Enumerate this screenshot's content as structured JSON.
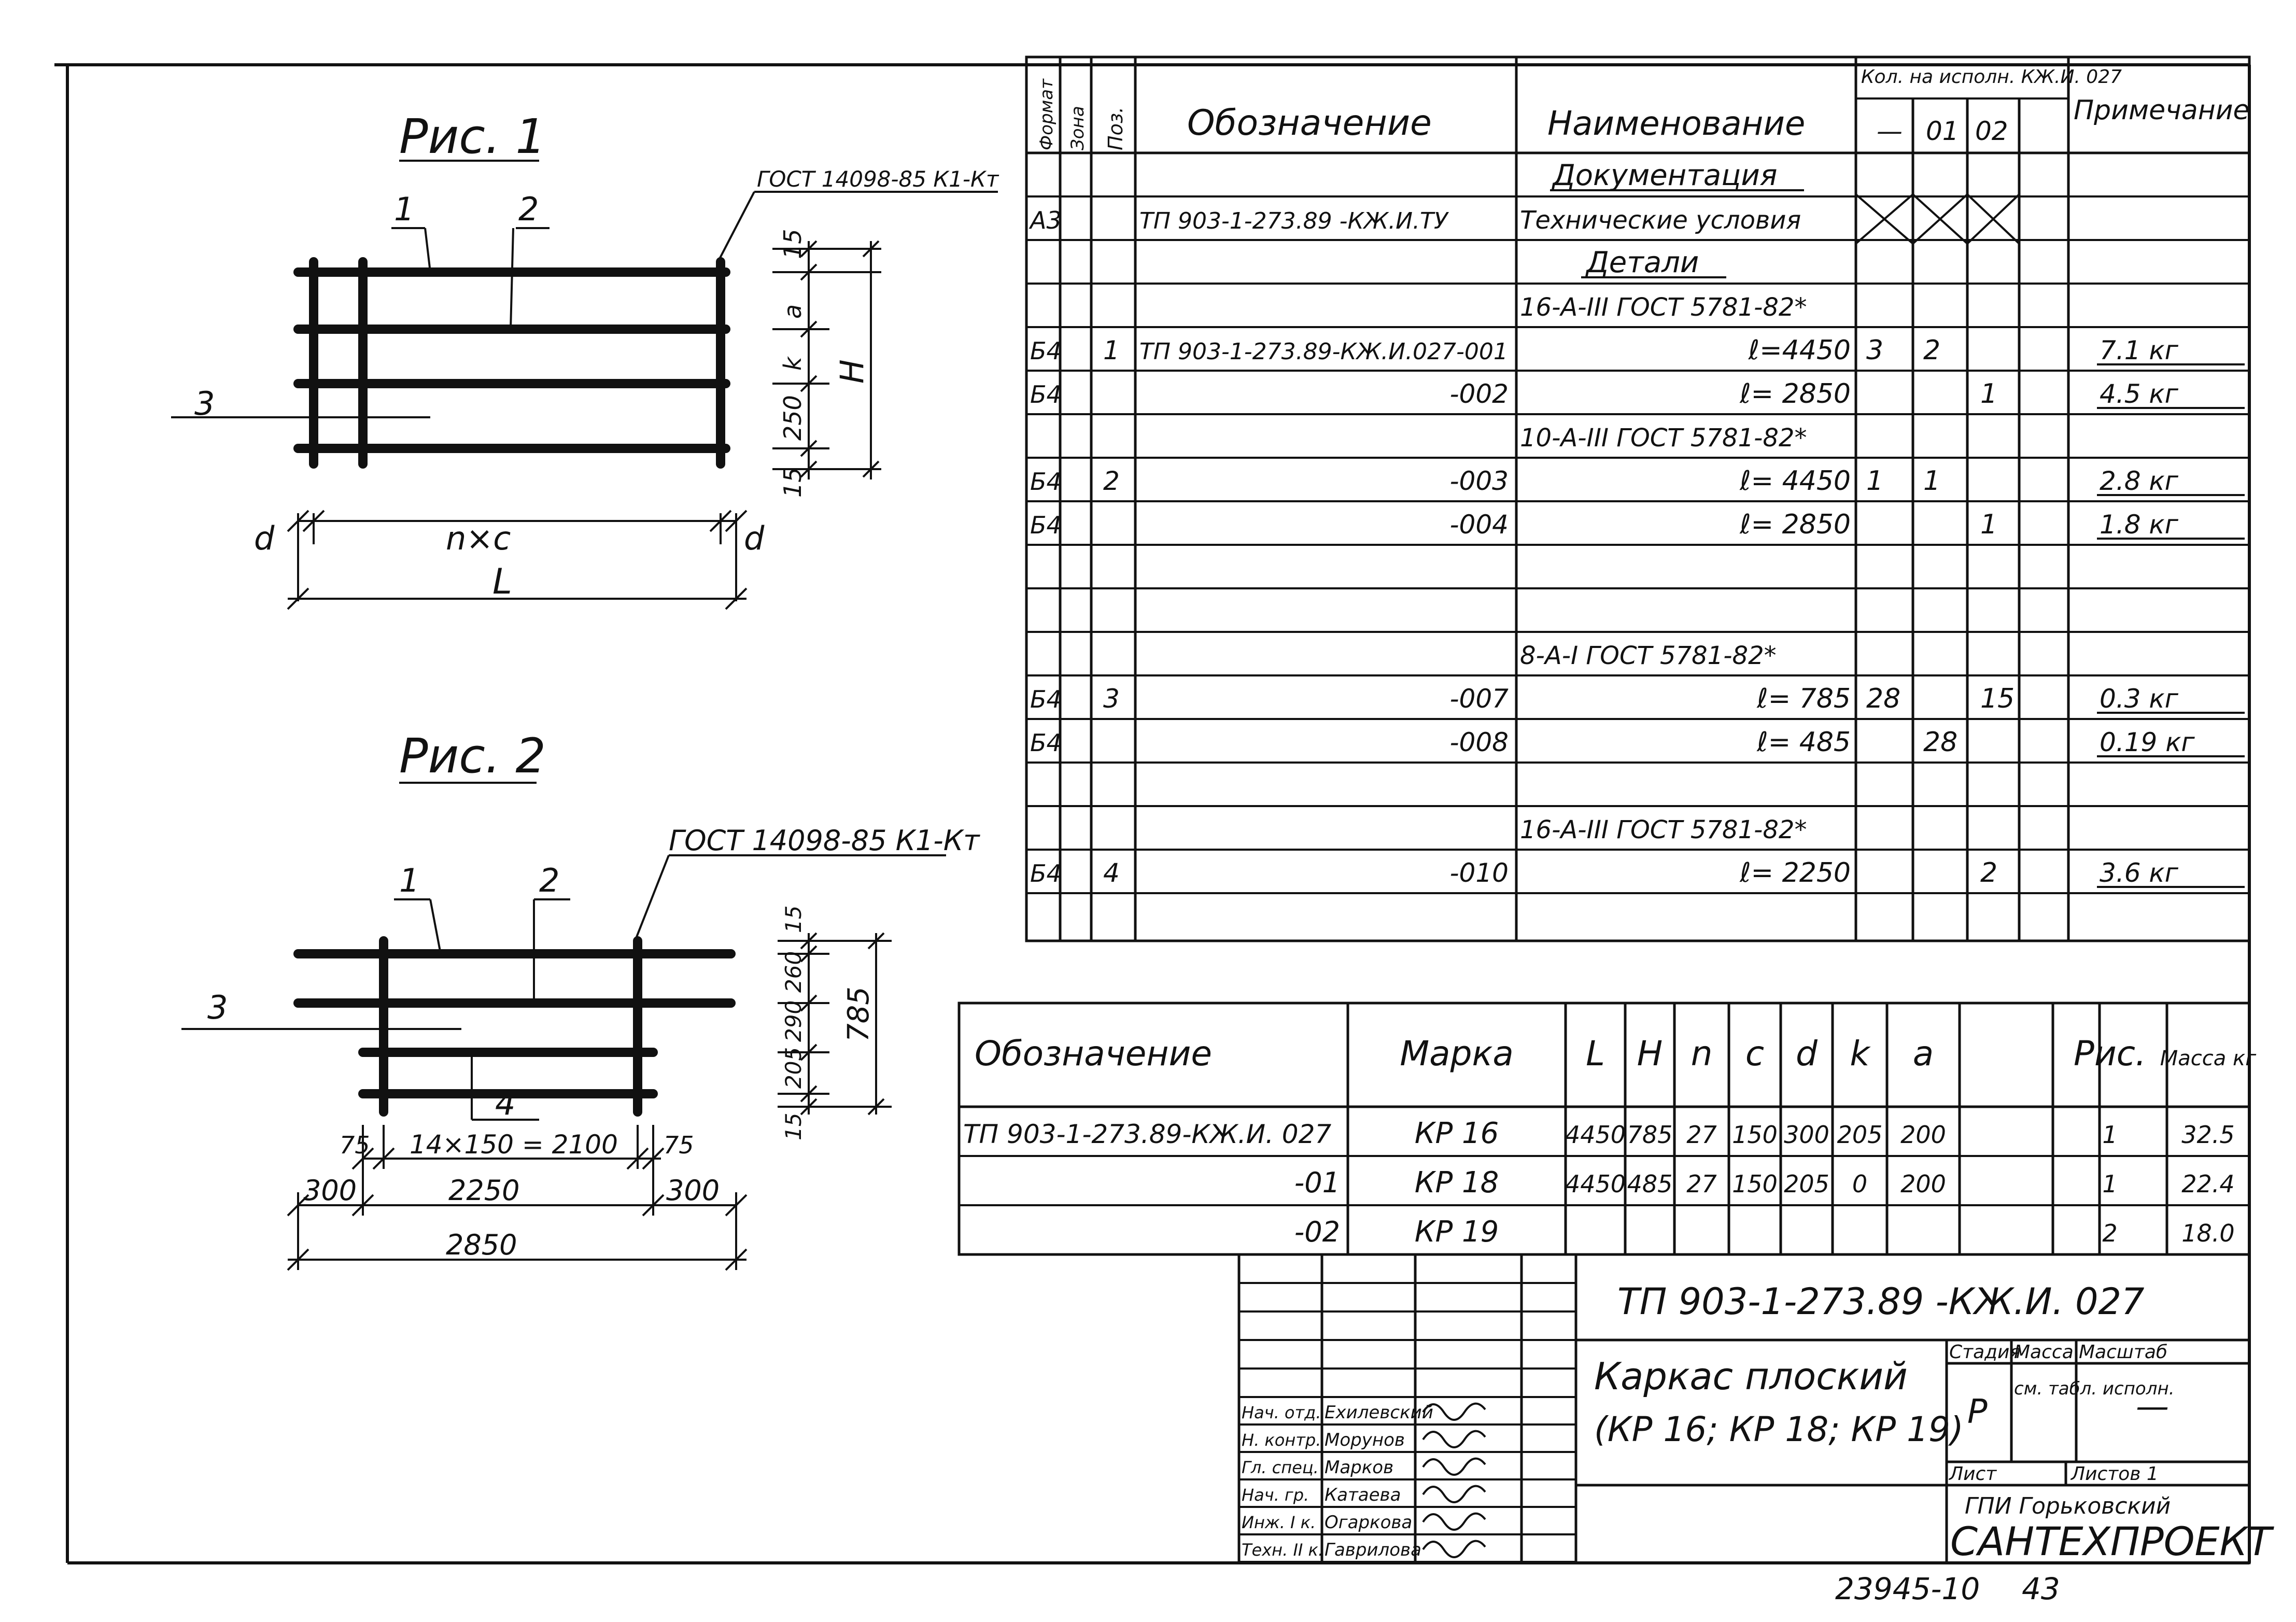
{
  "fig1": {
    "title": "Рис. 1",
    "gost": "ГОСТ 14098-85 К1-Кт",
    "callout_1": "1",
    "callout_2": "2",
    "callout_3": "3",
    "dim_d_left": "d",
    "dim_nxc": "n×c",
    "dim_d_right": "d",
    "dim_L": "L",
    "vdim_15_top": "15",
    "vdim_a": "a",
    "vdim_k": "k",
    "vdim_250": "250",
    "vdim_15_bottom": "15",
    "vdim_H": "H"
  },
  "fig2": {
    "title": "Рис. 2",
    "gost": "ГОСТ 14098-85 К1-Кт",
    "callout_1": "1",
    "callout_2": "2",
    "callout_3": "3",
    "callout_4": "4",
    "dim_75_left": "75",
    "dim_pitch": "14×150 = 2100",
    "dim_75_right": "75",
    "dim_300_left": "300",
    "dim_2250": "2250",
    "dim_300_right": "300",
    "dim_2850": "2850",
    "vdim_15_top": "15",
    "vdim_260": "260",
    "vdim_290": "290",
    "vdim_205": "205",
    "vdim_15_bottom": "15",
    "vdim_785": "785"
  },
  "spec": {
    "headers": {
      "format": "Формат",
      "zone": "Зона",
      "pos": "Поз.",
      "designation": "Обозначение",
      "name": "Наименование",
      "qty_group": "Кол. на исполн. КЖ.И. 027",
      "qty_0": "—",
      "qty_01": "01",
      "qty_02": "02",
      "note": "Примечание"
    },
    "rows": [
      {
        "format": "",
        "pos": "",
        "designation": "",
        "name": "Документация",
        "q0": "",
        "q1": "",
        "q2": "",
        "note": ""
      },
      {
        "format": "А3",
        "pos": "",
        "designation": "ТП 903-1-273.89 -КЖ.И.ТУ",
        "name": "Технические условия",
        "q0": "",
        "q1": "",
        "q2": "",
        "note": ""
      },
      {
        "format": "",
        "pos": "",
        "designation": "",
        "name": "Детали",
        "q0": "",
        "q1": "",
        "q2": "",
        "note": ""
      },
      {
        "format": "",
        "pos": "",
        "designation": "",
        "name": "16-А-III ГОСТ 5781-82*",
        "q0": "",
        "q1": "",
        "q2": "",
        "note": ""
      },
      {
        "format": "Б4",
        "pos": "1",
        "designation": "ТП 903-1-273.89-КЖ.И.027-001",
        "name": "ℓ=4450",
        "q0": "3",
        "q1": "2",
        "q2": "",
        "note": "7.1 кг"
      },
      {
        "format": "Б4",
        "pos": "",
        "designation": "-002",
        "name": "ℓ= 2850",
        "q0": "",
        "q1": "",
        "q2": "1",
        "note": "4.5 кг"
      },
      {
        "format": "",
        "pos": "",
        "designation": "",
        "name": "10-А-III ГОСТ 5781-82*",
        "q0": "",
        "q1": "",
        "q2": "",
        "note": ""
      },
      {
        "format": "Б4",
        "pos": "2",
        "designation": "-003",
        "name": "ℓ= 4450",
        "q0": "1",
        "q1": "1",
        "q2": "",
        "note": "2.8 кг"
      },
      {
        "format": "Б4",
        "pos": "",
        "designation": "-004",
        "name": "ℓ= 2850",
        "q0": "",
        "q1": "",
        "q2": "1",
        "note": "1.8 кг"
      },
      {
        "format": "",
        "pos": "",
        "designation": "",
        "name": "",
        "q0": "",
        "q1": "",
        "q2": "",
        "note": ""
      },
      {
        "format": "",
        "pos": "",
        "designation": "",
        "name": "",
        "q0": "",
        "q1": "",
        "q2": "",
        "note": ""
      },
      {
        "format": "",
        "pos": "",
        "designation": "",
        "name": "8-А-I ГОСТ 5781-82*",
        "q0": "",
        "q1": "",
        "q2": "",
        "note": ""
      },
      {
        "format": "Б4",
        "pos": "3",
        "designation": "-007",
        "name": "ℓ= 785",
        "q0": "28",
        "q1": "",
        "q2": "15",
        "note": "0.3 кг"
      },
      {
        "format": "Б4",
        "pos": "",
        "designation": "-008",
        "name": "ℓ= 485",
        "q0": "",
        "q1": "28",
        "q2": "",
        "note": "0.19 кг"
      },
      {
        "format": "",
        "pos": "",
        "designation": "",
        "name": "",
        "q0": "",
        "q1": "",
        "q2": "",
        "note": ""
      },
      {
        "format": "",
        "pos": "",
        "designation": "",
        "name": "16-А-III ГОСТ 5781-82*",
        "q0": "",
        "q1": "",
        "q2": "",
        "note": ""
      },
      {
        "format": "Б4",
        "pos": "4",
        "designation": "-010",
        "name": "ℓ= 2250",
        "q0": "",
        "q1": "",
        "q2": "2",
        "note": "3.6 кг"
      },
      {
        "format": "",
        "pos": "",
        "designation": "",
        "name": "",
        "q0": "",
        "q1": "",
        "q2": "",
        "note": ""
      }
    ]
  },
  "params": {
    "headers": [
      "Обозначение",
      "Марка",
      "L",
      "H",
      "n",
      "c",
      "d",
      "k",
      "a",
      "",
      "Рис.",
      "Масса кг"
    ],
    "rows": [
      [
        "ТП 903-1-273.89-КЖ.И. 027",
        "КР 16",
        "4450",
        "785",
        "27",
        "150",
        "300",
        "205",
        "200",
        "",
        "1",
        "32.5"
      ],
      [
        "-01",
        "КР 18",
        "4450",
        "485",
        "27",
        "150",
        "205",
        "0",
        "200",
        "",
        "1",
        "22.4"
      ],
      [
        "-02",
        "КР 19",
        "",
        "",
        "",
        "",
        "",
        "",
        "",
        "",
        "2",
        "18.0"
      ]
    ]
  },
  "title_block": {
    "code": "ТП 903-1-273.89 -КЖ.И. 027",
    "name_line1": "Каркас плоский",
    "name_line2": "(КР 16; КР 18; КР 19)",
    "stage_label": "Стадия",
    "mass_label": "Масса",
    "scale_label": "Масштаб",
    "stage": "Р",
    "mass_value": "см. табл. исполн.",
    "scale_value": "—",
    "sheet_label": "Лист",
    "sheets_label": "Листов 1",
    "org_line1": "ГПИ Горьковский",
    "org_line2": "САНТЕХПРОЕКТ",
    "signers": [
      {
        "role": "Нач. отд.",
        "name": "Ехилевский"
      },
      {
        "role": "Н. контр.",
        "name": "Морунов"
      },
      {
        "role": "Гл. спец.",
        "name": "Марков"
      },
      {
        "role": "Нач. гр.",
        "name": "Катаева"
      },
      {
        "role": "Инж. I к.",
        "name": "Огаркова"
      },
      {
        "role": "Техн. II к.",
        "name": "Гаврилова"
      }
    ]
  },
  "footer": {
    "archive_no": "23945-10",
    "page_no": "43"
  }
}
